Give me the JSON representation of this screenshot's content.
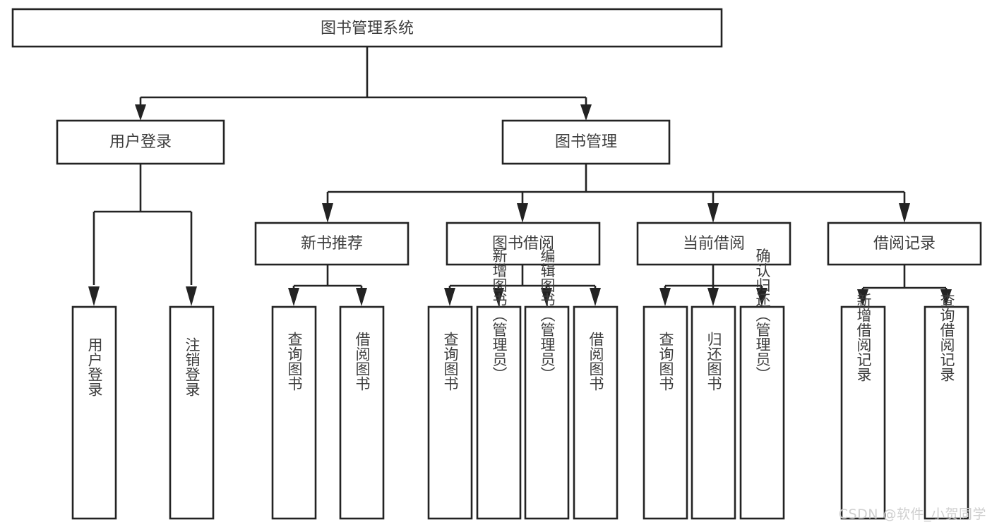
{
  "diagram": {
    "type": "hierarchy-tree",
    "title": "图书管理系统",
    "watermark": "CSDN @软件_小贺同学",
    "colors": {
      "box_stroke": "#232323",
      "box_fill": "#ffffff",
      "text": "#3d3d3d",
      "background": "#ffffff",
      "watermark": "#cfcfcf"
    },
    "levels": [
      {
        "level": 1,
        "nodes": [
          {
            "id": "root",
            "label": "图书管理系统"
          }
        ]
      },
      {
        "level": 2,
        "nodes": [
          {
            "id": "login",
            "label": "用户登录",
            "parent": "root"
          },
          {
            "id": "bookmgmt",
            "label": "图书管理",
            "parent": "root"
          }
        ]
      },
      {
        "level": 3,
        "nodes": [
          {
            "id": "newbook",
            "label": "新书推荐",
            "parent": "bookmgmt"
          },
          {
            "id": "borrow",
            "label": "图书借阅",
            "parent": "bookmgmt"
          },
          {
            "id": "current",
            "label": "当前借阅",
            "parent": "bookmgmt"
          },
          {
            "id": "record",
            "label": "借阅记录",
            "parent": "bookmgmt"
          }
        ]
      },
      {
        "level": 4,
        "nodes": [
          {
            "id": "leaf1",
            "label": "用户登录",
            "parent": "login"
          },
          {
            "id": "leaf2",
            "label": "注销登录",
            "parent": "login"
          },
          {
            "id": "leaf3",
            "label": "查询图书",
            "parent": "newbook"
          },
          {
            "id": "leaf4",
            "label": "借阅图书",
            "parent": "newbook"
          },
          {
            "id": "leaf5",
            "label": "查询图书",
            "parent": "borrow"
          },
          {
            "id": "leaf6",
            "label": "新增图书（管理员）",
            "parent": "borrow"
          },
          {
            "id": "leaf7",
            "label": "编辑图书（管理员）",
            "parent": "borrow"
          },
          {
            "id": "leaf8",
            "label": "借阅图书",
            "parent": "borrow"
          },
          {
            "id": "leaf9",
            "label": "查询图书",
            "parent": "current"
          },
          {
            "id": "leaf10",
            "label": "归还图书",
            "parent": "current"
          },
          {
            "id": "leaf11",
            "label": "确认归还（管理员）",
            "parent": "current"
          },
          {
            "id": "leaf12",
            "label": "新增借阅记录",
            "parent": "record"
          },
          {
            "id": "leaf13",
            "label": "查询借阅记录",
            "parent": "record"
          }
        ]
      }
    ]
  }
}
